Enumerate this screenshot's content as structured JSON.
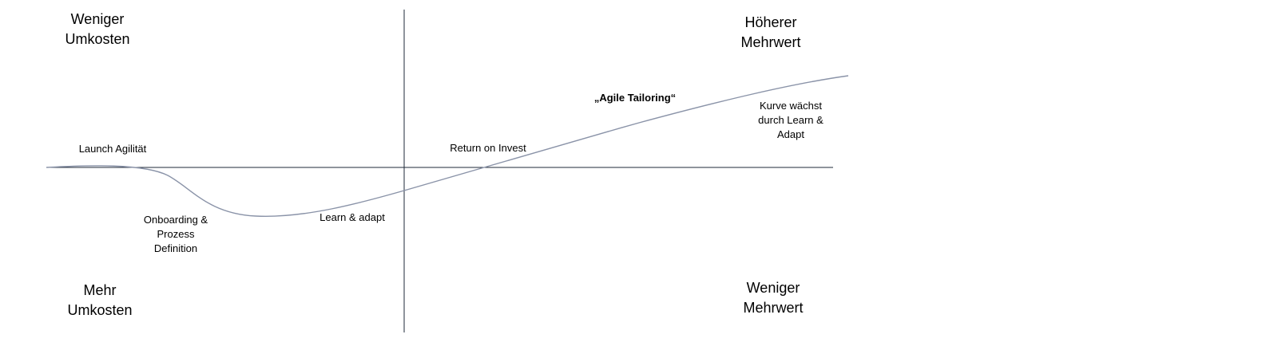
{
  "quadrants": {
    "top_left": "Weniger\nUmkosten",
    "top_right": "Höherer\nMehrwert",
    "bottom_left": "Mehr\nUmkosten",
    "bottom_right": "Weniger\nMehrwert"
  },
  "annotations": {
    "launch": "Launch Agilität",
    "onboarding": "Onboarding &\nProzess\nDefinition",
    "learn_adapt": "Learn & adapt",
    "return_on_invest": "Return on Invest",
    "agile_tailoring": "„Agile Tailoring“",
    "curve_growth": "Kurve wächst\ndurch Learn &\nAdapt"
  },
  "colors": {
    "axis": "#1f2a3a",
    "curve": "#8a93a8",
    "text": "#000000"
  }
}
